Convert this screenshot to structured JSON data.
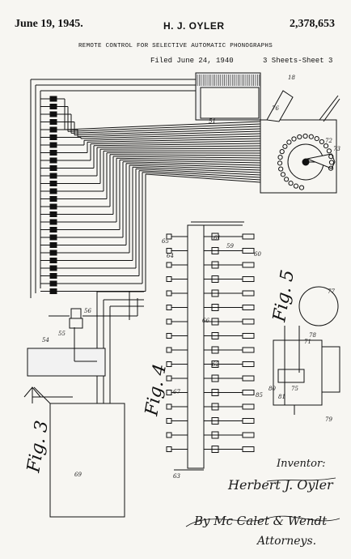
{
  "header": {
    "date": "June 19, 1945.",
    "inventor_name": "H. J. OYLER",
    "patent_number": "2,378,653",
    "title": "REMOTE CONTROL FOR SELECTIVE AUTOMATIC PHONOGRAPHS",
    "filed": "Filed June 24, 1940",
    "sheets": "3 Sheets-Sheet 3"
  },
  "figures": {
    "fig3": "Fig. 3",
    "fig4": "Fig. 4",
    "fig5": "Fig. 5"
  },
  "reference_numerals": {
    "n18": "18",
    "n51": "51",
    "n76": "76",
    "n72": "72",
    "n73": "73",
    "n69": "69",
    "n55": "55",
    "n54": "54",
    "n56": "56",
    "n59": "59",
    "n60": "60",
    "n61": "61",
    "n65": "65",
    "n64": "64",
    "n66": "66",
    "n62": "62",
    "n63": "63",
    "n67": "67",
    "n71": "71",
    "n77": "77",
    "n78": "78",
    "n79": "79",
    "n80": "80",
    "n81": "81",
    "n75": "75",
    "n85": "85"
  },
  "signature": {
    "inventor_label": "Inventor:",
    "inventor_name": "Herbert J. Oyler",
    "by_line": "By Mc Calet & Wendt",
    "attorneys": "Attorneys."
  }
}
